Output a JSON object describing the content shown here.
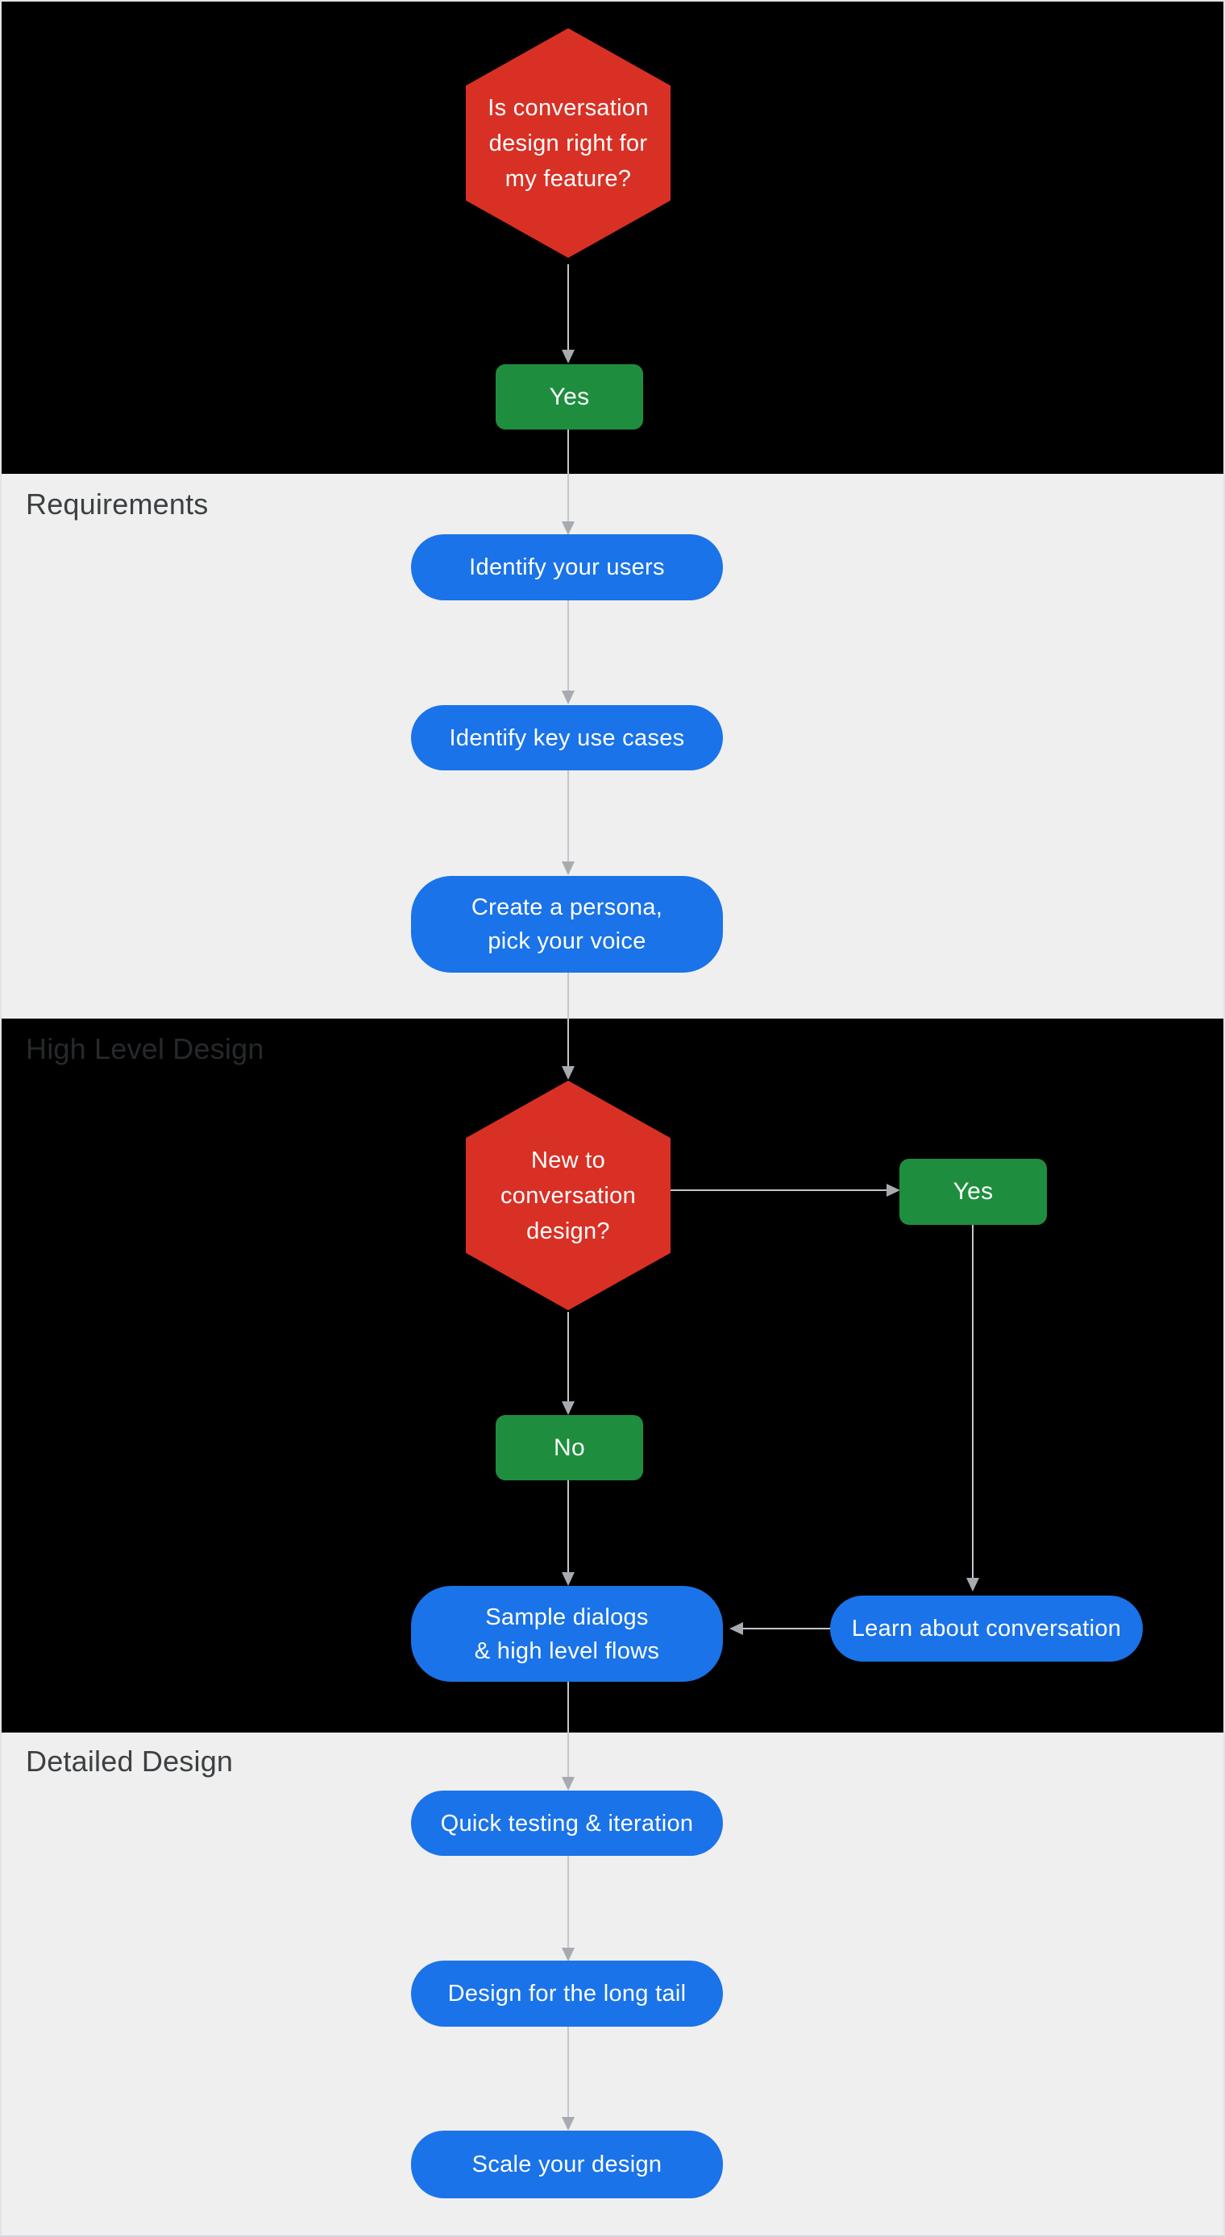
{
  "colors": {
    "decision_red": "#d93025",
    "answer_green": "#1e8e3e",
    "step_blue": "#1a73e8",
    "section_dark_bg": "#000000",
    "section_light_bg": "#efefef",
    "section_label_on_light": "#3c4043",
    "section_label_on_dark": "#26292c",
    "arrow_line": "#c3c6ca",
    "arrow_head": "#a7abb0",
    "node_text": "#ffffff"
  },
  "sections": {
    "requirements": {
      "label": "Requirements"
    },
    "high_level_design": {
      "label": "High Level Design"
    },
    "detailed_design": {
      "label": "Detailed Design"
    }
  },
  "nodes": {
    "start_decision": {
      "type": "decision",
      "text": "Is conversation\ndesign right for\nmy feature?"
    },
    "start_yes": {
      "type": "answer",
      "text": "Yes"
    },
    "identify_users": {
      "type": "step",
      "text": "Identify your users"
    },
    "identify_key_use_cases": {
      "type": "step",
      "text": "Identify key use cases"
    },
    "create_persona": {
      "type": "step",
      "text": "Create a persona,\npick your voice"
    },
    "new_to_conversation_design": {
      "type": "decision",
      "text": "New to\nconversation\ndesign?"
    },
    "new_yes": {
      "type": "answer",
      "text": "Yes"
    },
    "new_no": {
      "type": "answer",
      "text": "No"
    },
    "sample_dialogs": {
      "type": "step",
      "text": "Sample dialogs\n& high level flows"
    },
    "learn_about_conversation": {
      "type": "step",
      "text": "Learn about conversation"
    },
    "quick_testing": {
      "type": "step",
      "text": "Quick testing & iteration"
    },
    "design_long_tail": {
      "type": "step",
      "text": "Design for the long tail"
    },
    "scale_your_design": {
      "type": "step",
      "text": "Scale your design"
    }
  }
}
